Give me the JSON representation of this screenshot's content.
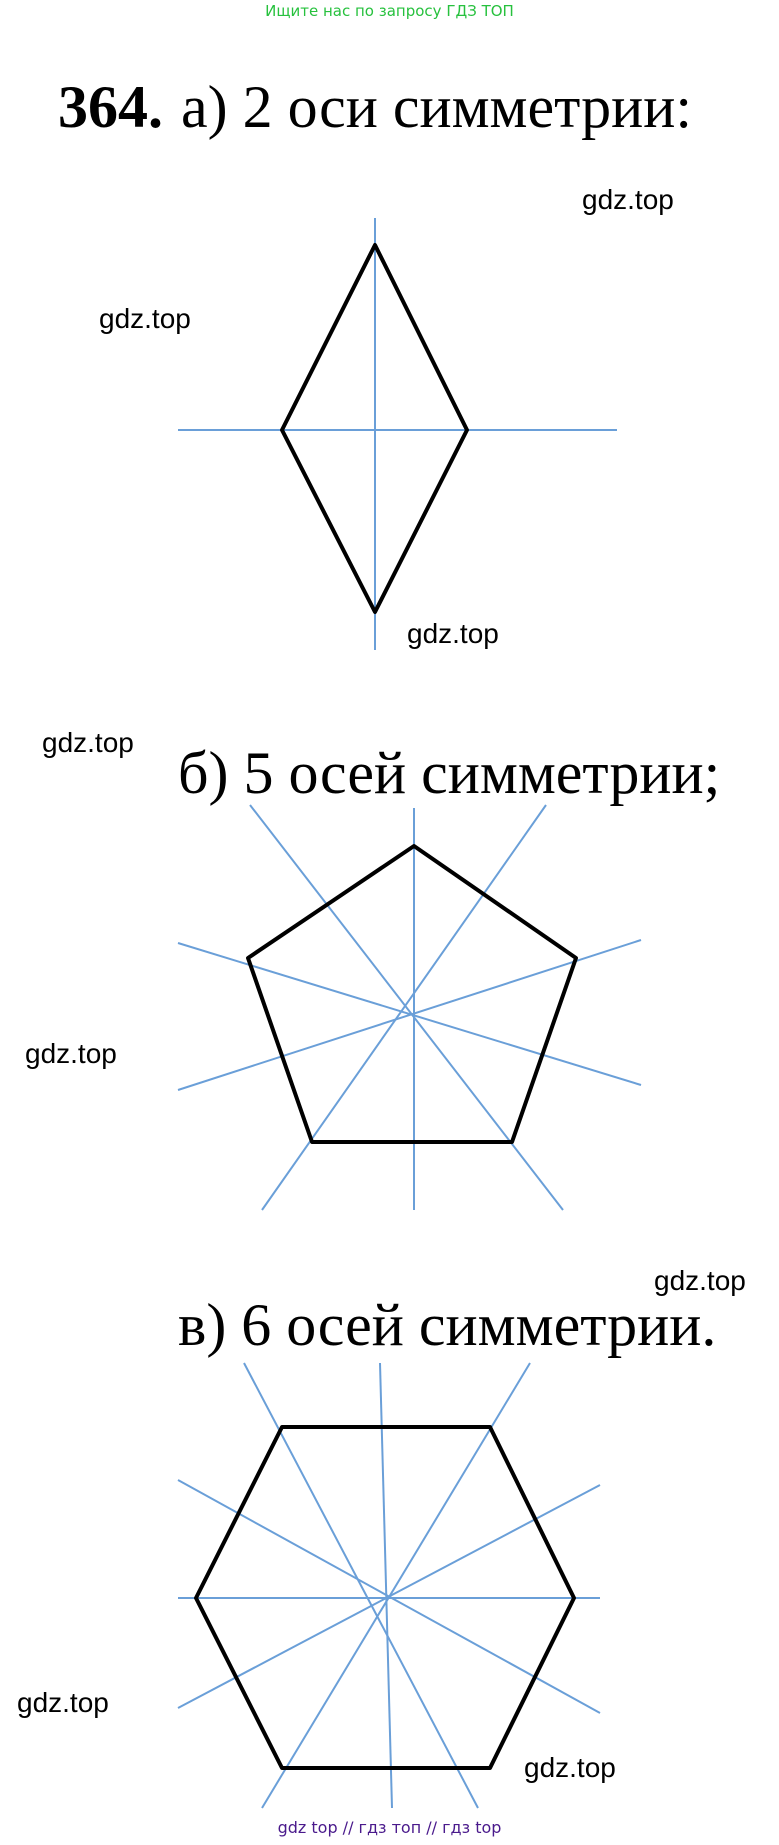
{
  "banner": "Ищите нас по запросу ГДЗ ТОП",
  "task": {
    "number": "364.",
    "part_a": "а) 2 оси симметрии:",
    "part_b": "б) 5 осей симметрии;",
    "part_c": "в) 6 осей симметрии."
  },
  "watermarks": [
    "gdz.top",
    "gdz.top",
    "gdz.top",
    "gdz.top",
    "gdz.top",
    "gdz.top",
    "gdz.top",
    "gdz.top"
  ],
  "footer": "gdz top  //  гдз топ  //  гдз top",
  "colors": {
    "axis": "#6a9fd8",
    "shape": "#000000",
    "banner": "#27c13e",
    "footer": "#4a1a8c"
  }
}
